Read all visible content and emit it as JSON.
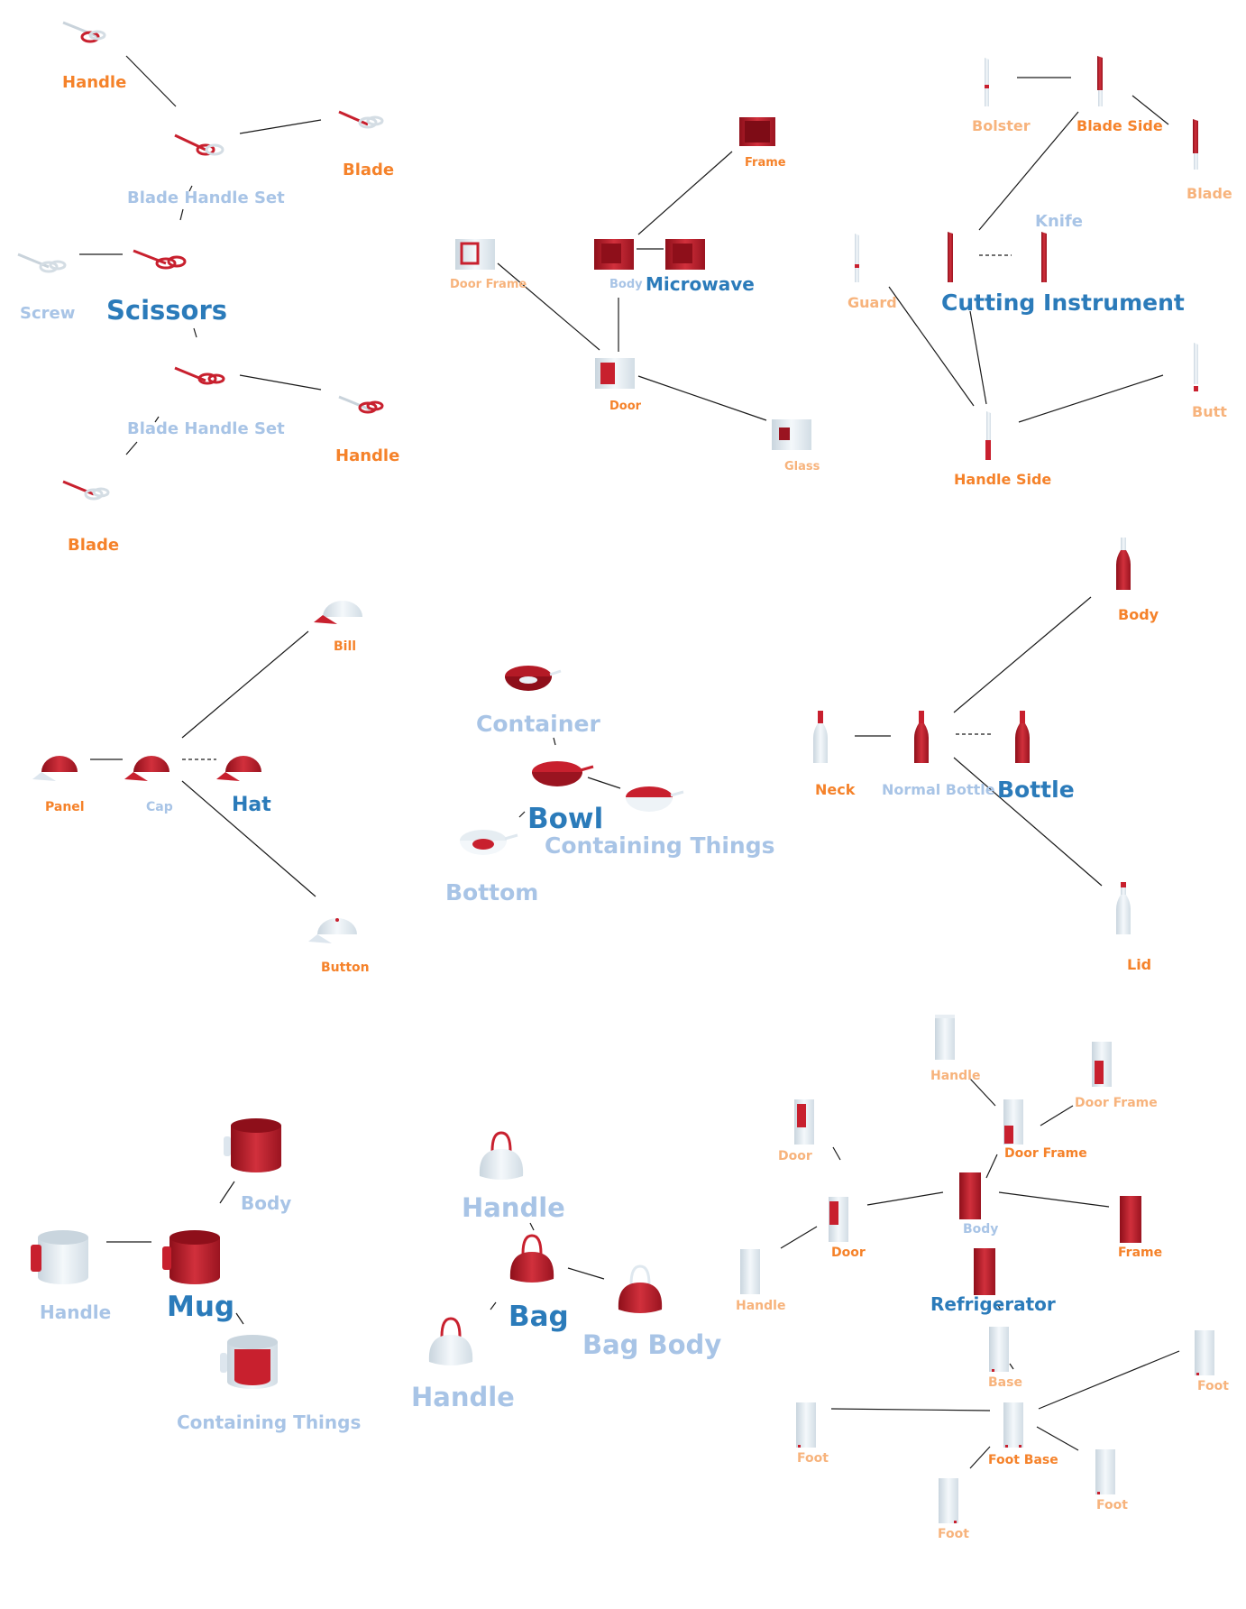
{
  "colors": {
    "root": "#2b7bba",
    "category": "#a8c4e6",
    "part": "#f5822a",
    "subpart": "#f7b37c",
    "object_red": "#c8202e",
    "object_white": "#dfe8ef",
    "edge": "#1a1a1a"
  },
  "diagrams": {
    "scissors": {
      "title": "Scissors",
      "labels": [
        "Handle",
        "Blade",
        "Blade Handle Set",
        "Screw",
        "Blade Handle Set",
        "Handle",
        "Blade"
      ]
    },
    "microwave": {
      "title": "Microwave",
      "labels": [
        "Frame",
        "Door Frame",
        "Body",
        "Door",
        "Glass"
      ]
    },
    "knife": {
      "title": "Cutting Instrument",
      "labels": [
        "Bolster",
        "Blade Side",
        "Blade",
        "Knife",
        "Guard",
        "Butt",
        "Handle Side"
      ]
    },
    "hat": {
      "title": "Hat",
      "labels": [
        "Bill",
        "Panel",
        "Cap",
        "Button"
      ]
    },
    "bowl": {
      "title": "Bowl",
      "labels": [
        "Container",
        "Containing Things",
        "Bottom"
      ]
    },
    "bottle": {
      "title": "Bottle",
      "labels": [
        "Body",
        "Neck",
        "Normal Bottle",
        "Lid"
      ]
    },
    "mug": {
      "title": "Mug",
      "labels": [
        "Body",
        "Handle",
        "Containing Things"
      ]
    },
    "bag": {
      "title": "Bag",
      "labels": [
        "Handle",
        "Bag Body",
        "Handle"
      ]
    },
    "refrigerator": {
      "title": "Refrigerator",
      "labels": [
        "Handle",
        "Door Frame",
        "Door",
        "Door Frame",
        "Body",
        "Door",
        "Frame",
        "Handle",
        "Base",
        "Foot",
        "Foot",
        "Foot Base",
        "Foot",
        "Foot"
      ]
    }
  }
}
